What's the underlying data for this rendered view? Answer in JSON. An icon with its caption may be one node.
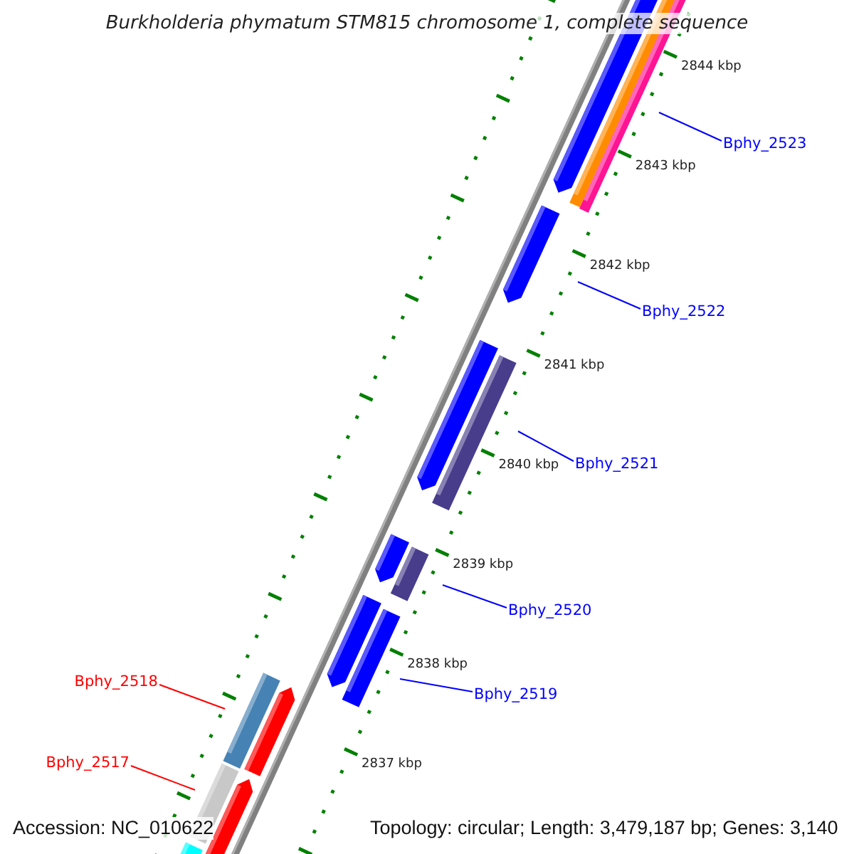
{
  "diagram": {
    "title": "Burkholderia phymatum STM815 chromosome 1, complete sequence",
    "nodes": [
      {
        "text": [
          "Bphy_2523"
        ]
      },
      {
        "text": [
          "Bphy_2522"
        ]
      },
      {
        "text": [
          "Bphy_2521"
        ]
      },
      {
        "text": [
          "Bphy_2520"
        ]
      },
      {
        "text": [
          "Bphy_2519"
        ]
      },
      {
        "text": [
          "Bphy_2518"
        ]
      },
      {
        "text": [
          "Bphy_2517"
        ]
      }
    ],
    "edges": [
      {
        "from": 0,
        "to": null,
        "arrow": "none"
      },
      {
        "from": 1,
        "to": null,
        "arrow": "none"
      },
      {
        "from": 2,
        "to": null,
        "arrow": "none"
      },
      {
        "from": 3,
        "to": null,
        "arrow": "none"
      },
      {
        "from": 4,
        "to": null,
        "arrow": "none"
      },
      {
        "from": 5,
        "to": null,
        "arrow": "none",
        "color": "#ff0000"
      },
      {
        "from": 6,
        "to": null,
        "arrow": "none",
        "color": "#ff0000"
      }
    ],
    "labels": [
      "2844 kbp",
      "2843 kbp",
      "2842 kbp",
      "2841 kbp",
      "2840 kbp",
      "2839 kbp",
      "2838 kbp",
      "2837 kbp",
      "Accession: NC_010622",
      "Topology: circular; Length: 3,479,187 bp; Genes: 3,140"
    ]
  }
}
